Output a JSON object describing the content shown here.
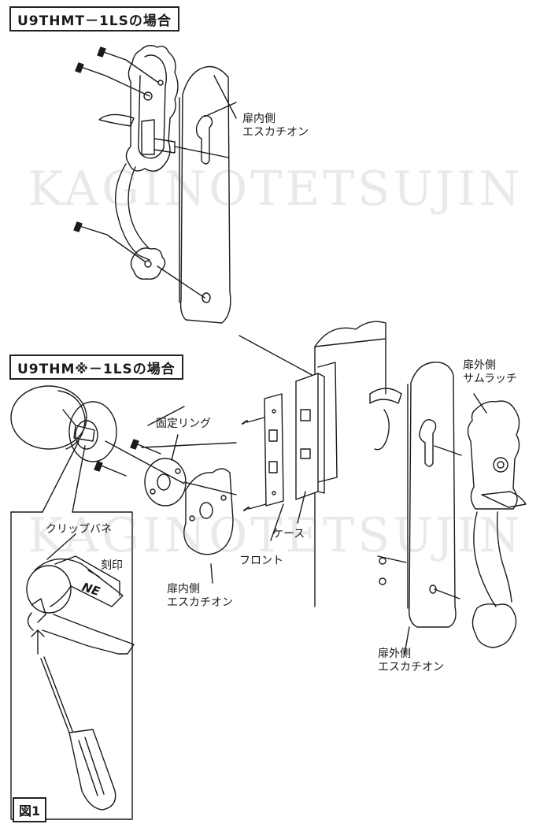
{
  "headings": {
    "case_a": "U9THMT－1LSの場合",
    "case_b": "U9THM※－1LSの場合"
  },
  "labels": {
    "inner_escutcheon_top": [
      "扉内側",
      "エスカチオン"
    ],
    "fixing_ring": "固定リング",
    "case": "ケース",
    "front": "フロント",
    "inner_escutcheon_bottom": [
      "扉内側",
      "エスカチオン"
    ],
    "outer_thumb_latch": [
      "扉外側",
      "サムラッチ"
    ],
    "outer_escutcheon": [
      "扉外側",
      "エスカチオン"
    ],
    "clip_spring": "クリップバネ",
    "engraving": "刻印",
    "engraving_mark": "NE"
  },
  "figure_label": "図1",
  "watermark": "KAGINOTETSUJIN",
  "colors": {
    "line": "#1a1a1a",
    "watermark": "#9a9a9a"
  }
}
